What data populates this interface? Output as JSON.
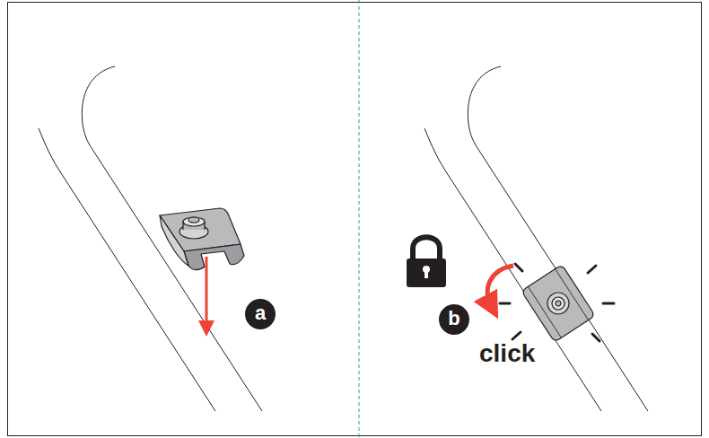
{
  "diagram": {
    "labels": [
      "a",
      "b",
      "click"
    ]
  }
}
